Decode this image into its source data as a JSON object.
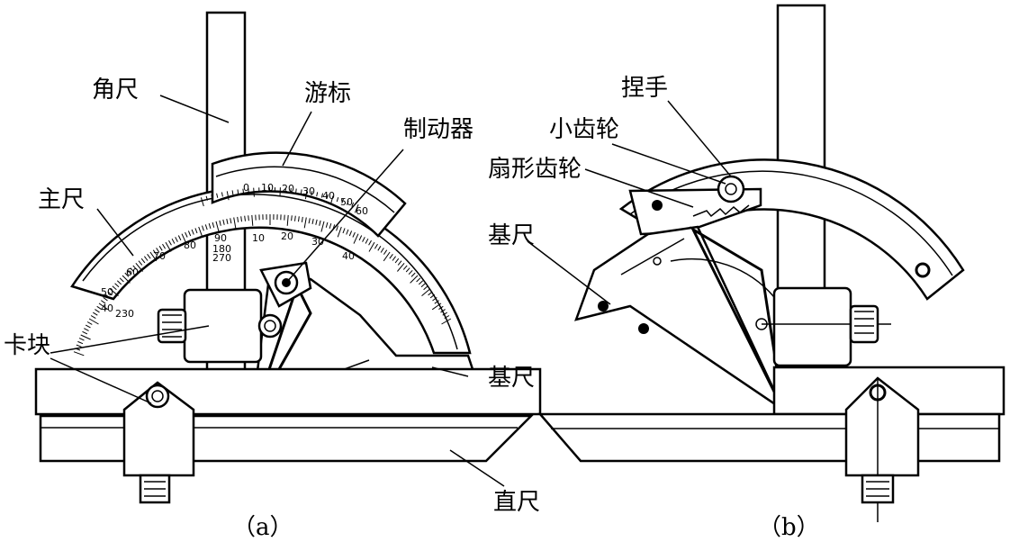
{
  "figure": {
    "caption_a": "（a）",
    "caption_b": "（b）"
  },
  "labels_a": {
    "square": "角尺",
    "vernier": "游标",
    "brake": "制动器",
    "main_scale": "主尺",
    "clamp": "卡块",
    "base_ruler": "基尺",
    "straight_ruler": "直尺"
  },
  "labels_b": {
    "knob": "捏手",
    "pinion": "小齿轮",
    "sector_gear": "扇形齿轮",
    "base_ruler": "基尺"
  },
  "vernier_scale": [
    "0",
    "10",
    "20",
    "30",
    "40",
    "50",
    "60"
  ],
  "main_scale_upper": [
    "50",
    "60",
    "70",
    "80",
    "90",
    "10",
    "20",
    "30",
    "40"
  ],
  "main_scale_lower": [
    "40",
    "230",
    "180",
    "270"
  ]
}
